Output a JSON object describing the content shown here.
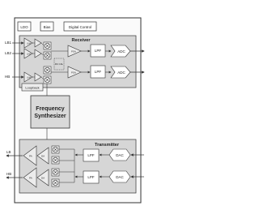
{
  "top_blocks": {
    "ldo": "LDO",
    "bias": "Bias",
    "digital_control": "Digital Control"
  },
  "receiver": {
    "title": "Receiver",
    "inputs": [
      "LB1",
      "LB2",
      "HB"
    ],
    "lna_labels": [
      "LNA",
      "LNA",
      "LNA"
    ],
    "gain_labels": [
      "PGA",
      "PGA"
    ],
    "lpf_label": "LPF",
    "adc_label": "ADC",
    "filter_cal_label": "RC CAL",
    "loopback_label": "Loopback"
  },
  "synthesizer": {
    "title_line1": "Frequency",
    "title_line2": "Synthesizer"
  },
  "transmitter": {
    "title": "Transmitter",
    "outputs": [
      "LB",
      "HB"
    ],
    "pa_labels": [
      "PA",
      "PA"
    ],
    "driver_labels": [
      "DA",
      "DA"
    ],
    "lpf_label": "LPF",
    "dac_label": "DAC"
  },
  "colors": {
    "panel": "#d6d6d6",
    "block": "#ececec",
    "synth": "#d9d9d9",
    "line": "#333333"
  }
}
